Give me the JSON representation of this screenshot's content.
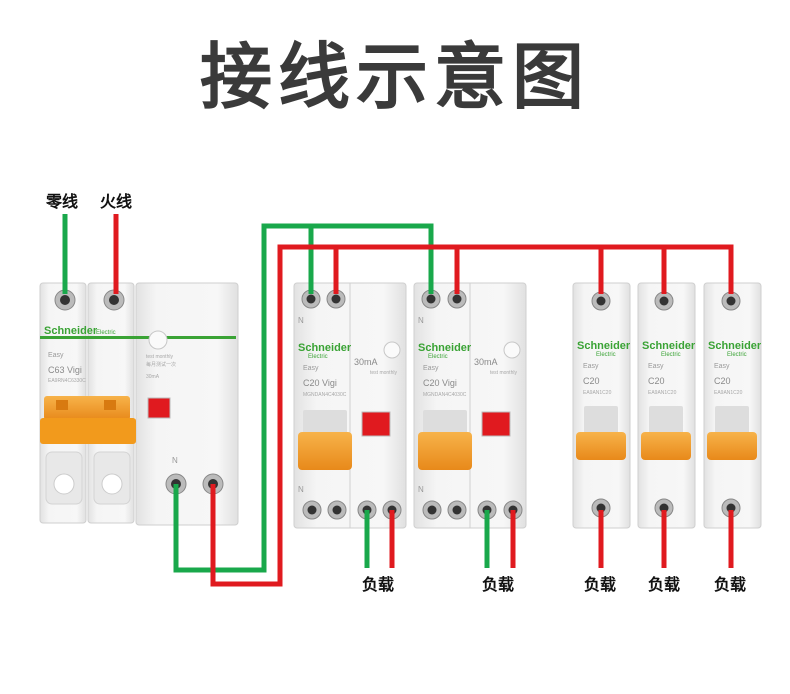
{
  "title": "接线示意图",
  "inputs": {
    "neutral_label": "零线",
    "live_label": "火线"
  },
  "colors": {
    "neutral": "#19a84b",
    "live": "#e01a1f",
    "handle": "#f29a1c",
    "body": "#f1f1f1",
    "brand": "#3aa335"
  },
  "main_breaker": {
    "brand": "Schneider",
    "brand_sub": "Electric",
    "series": "Easy",
    "model": "C63  Vigi",
    "code": "EA9RN4C6330C",
    "test_note": "test monthly",
    "test_note_cn": "每月测试一次",
    "sensitivity": "30mA",
    "terminal_n": "N"
  },
  "rcbo_breakers": [
    {
      "brand": "Schneider",
      "brand_sub": "Electric",
      "series": "Easy",
      "model": "C20  Vigi",
      "code": "MGNDAN4C4030C",
      "sensitivity": "30mA",
      "test_note": "test monthly",
      "terminal_n": "N",
      "load_label": "负载"
    },
    {
      "brand": "Schneider",
      "brand_sub": "Electric",
      "series": "Easy",
      "model": "C20  Vigi",
      "code": "MGNDAN4C4030C",
      "sensitivity": "30mA",
      "test_note": "test monthly",
      "terminal_n": "N",
      "load_label": "负载"
    }
  ],
  "mcb_breakers": [
    {
      "brand": "Schneider",
      "brand_sub": "Electric",
      "series": "Easy",
      "model": "C20",
      "code": "EA9AN1C20",
      "load_label": "负载"
    },
    {
      "brand": "Schneider",
      "brand_sub": "Electric",
      "series": "Easy",
      "model": "C20",
      "code": "EA9AN1C20",
      "load_label": "负载"
    },
    {
      "brand": "Schneider",
      "brand_sub": "Electric",
      "series": "Easy",
      "model": "C20",
      "code": "EA9AN1C20",
      "load_label": "负载"
    }
  ]
}
